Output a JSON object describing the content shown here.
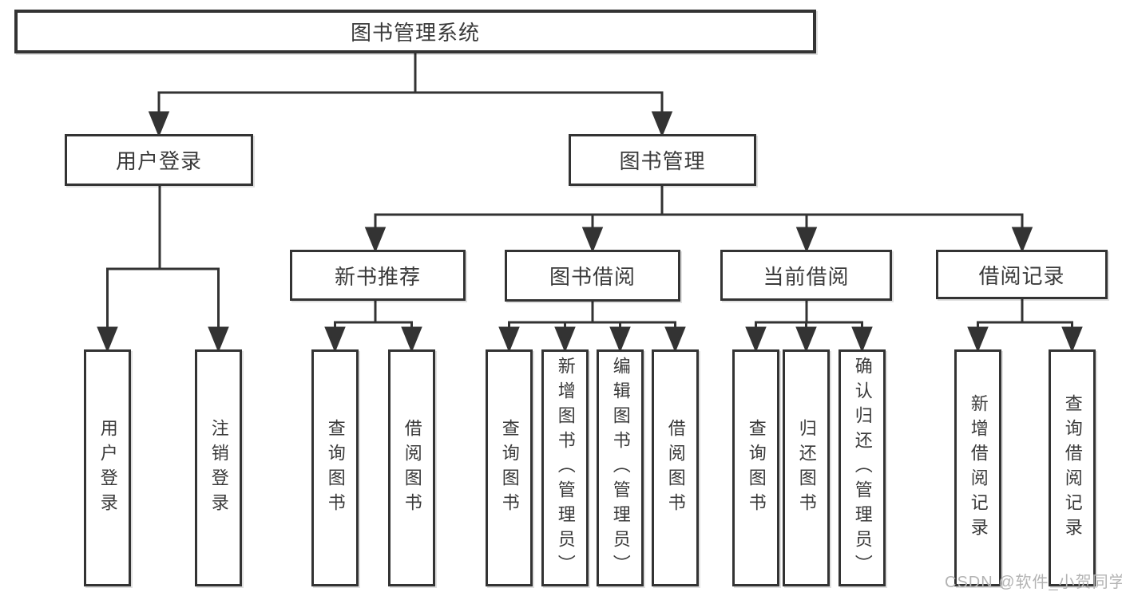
{
  "diagram": {
    "title": "图书管理系统",
    "branches": [
      {
        "label": "用户登录",
        "children": [
          {
            "label": "用户登录"
          },
          {
            "label": "注销登录"
          }
        ]
      },
      {
        "label": "图书管理",
        "children": [
          {
            "label": "新书推荐",
            "children": [
              {
                "label": "查询图书"
              },
              {
                "label": "借阅图书"
              }
            ]
          },
          {
            "label": "图书借阅",
            "children": [
              {
                "label": "查询图书"
              },
              {
                "label": "新增图书（管理员）"
              },
              {
                "label": "编辑图书（管理员）"
              },
              {
                "label": "借阅图书"
              }
            ]
          },
          {
            "label": "当前借阅",
            "children": [
              {
                "label": "查询图书"
              },
              {
                "label": "归还图书"
              },
              {
                "label": "确认归还（管理员）"
              }
            ]
          },
          {
            "label": "借阅记录",
            "children": [
              {
                "label": "新增借阅记录"
              },
              {
                "label": "查询借阅记录"
              }
            ]
          }
        ]
      }
    ]
  },
  "watermark": {
    "text": "CSDN @软件_小贺同学"
  },
  "colors": {
    "line": "#333333",
    "box_border": "#333333",
    "text": "#3a3a3a",
    "background": "#ffffff",
    "watermark_gray": "#b3b3b3"
  }
}
